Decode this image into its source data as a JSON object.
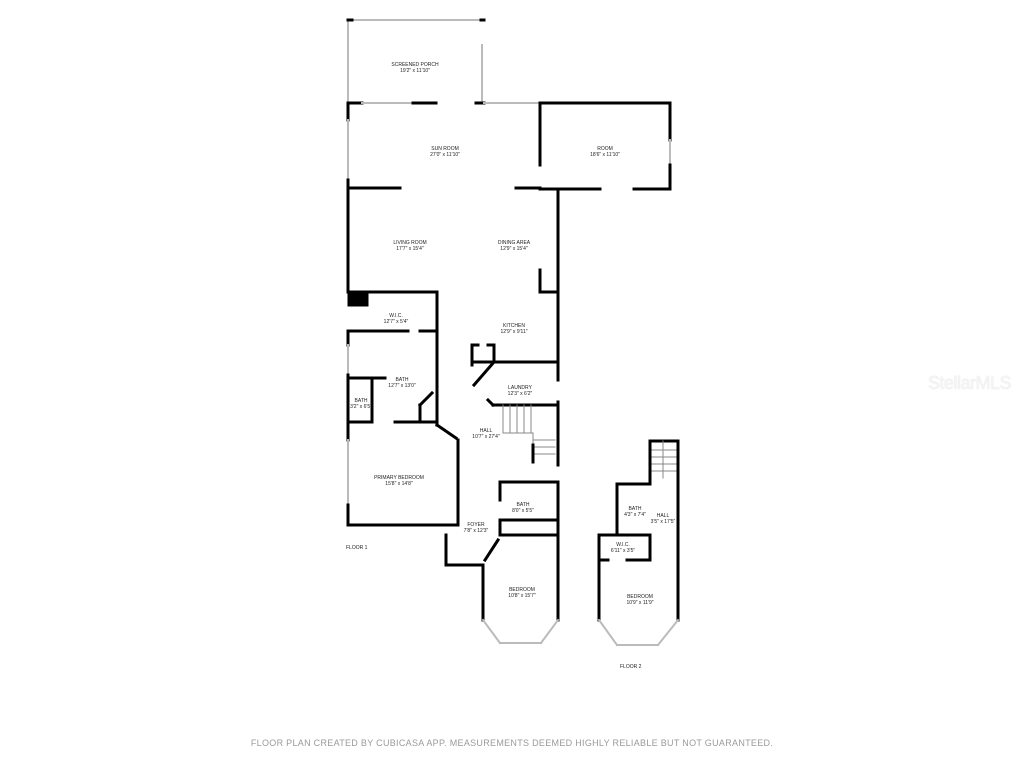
{
  "floor1": {
    "label": "FLOOR 1",
    "rooms": [
      {
        "name": "SCREENED PORCH",
        "dims": "19'2\" x 11'10\""
      },
      {
        "name": "SUN ROOM",
        "dims": "27'0\" x 11'10\""
      },
      {
        "name": "ROOM",
        "dims": "18'6\" x 11'10\""
      },
      {
        "name": "LIVING ROOM",
        "dims": "17'7\" x 15'4\""
      },
      {
        "name": "DINING AREA",
        "dims": "12'9\" x 15'4\""
      },
      {
        "name": "W.I.C.",
        "dims": "12'7\" x 5'4\""
      },
      {
        "name": "KITCHEN",
        "dims": "12'9\" x 9'11\""
      },
      {
        "name": "BATH",
        "dims": "12'7\" x 13'0\""
      },
      {
        "name": "BATH",
        "dims": "3'2\" x 6'5\""
      },
      {
        "name": "LAUNDRY",
        "dims": "12'3\" x 6'2\""
      },
      {
        "name": "HALL",
        "dims": "10'7\" x 27'4\""
      },
      {
        "name": "PRIMARY BEDROOM",
        "dims": "15'8\" x 14'8\""
      },
      {
        "name": "BATH",
        "dims": "8'0\" x 5'5\""
      },
      {
        "name": "FOYER",
        "dims": "7'8\" x 12'3\""
      },
      {
        "name": "BEDROOM",
        "dims": "10'8\" x 15'7\""
      }
    ]
  },
  "floor2": {
    "label": "FLOOR 2",
    "rooms": [
      {
        "name": "BATH",
        "dims": "4'3\" x 7'4\""
      },
      {
        "name": "HALL",
        "dims": "3'5\" x 17'5\""
      },
      {
        "name": "W.I.C.",
        "dims": "6'11\" x 3'5\""
      },
      {
        "name": "BEDROOM",
        "dims": "10'9\" x 11'9\""
      }
    ]
  },
  "watermark": "StellarMLS",
  "footer": "FLOOR PLAN CREATED BY CUBICASA APP. MEASUREMENTS DEEMED HIGHLY RELIABLE BUT NOT GUARANTEED.",
  "colors": {
    "wall": "#000000",
    "window": "#bbbbbb",
    "text": "#222222",
    "footer": "#9a9a9a"
  }
}
